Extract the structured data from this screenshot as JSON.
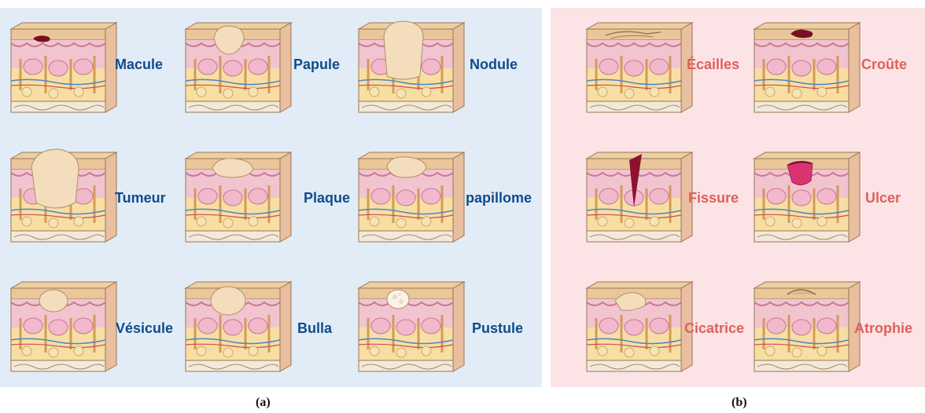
{
  "panel_a": {
    "caption": "(a)",
    "label_color": "#0f4c8a",
    "items": [
      {
        "label": "Macule",
        "lesion": "flat-dark-spot"
      },
      {
        "label": "Papule",
        "lesion": "small-raised-bump"
      },
      {
        "label": "Nodule",
        "lesion": "deep-raised-mass"
      },
      {
        "label": "Tumeur",
        "lesion": "large-deep-mass"
      },
      {
        "label": "Plaque",
        "lesion": "broad-flat-elevation"
      },
      {
        "label": "papillome",
        "lesion": "broad-elevation"
      },
      {
        "label": "Vésicule",
        "lesion": "small-fluid-blister"
      },
      {
        "label": "Bulla",
        "lesion": "large-fluid-blister"
      },
      {
        "label": "Pustule",
        "lesion": "pus-filled-blister"
      }
    ]
  },
  "panel_b": {
    "caption": "(b)",
    "label_color": "#e0605a",
    "items": [
      {
        "label": "Écailles",
        "lesion": "scales"
      },
      {
        "label": "Croûte",
        "lesion": "crust"
      },
      {
        "label": "Fissure",
        "lesion": "crack"
      },
      {
        "label": "Ulcer",
        "lesion": "ulcer-crater"
      },
      {
        "label": "Cicatrice",
        "lesion": "scar"
      },
      {
        "label": "Atrophie",
        "lesion": "atrophy-depression"
      }
    ]
  },
  "colors": {
    "panel_a_background": "#e2ecf7",
    "panel_b_background": "#fbe3e6",
    "skin_surface": "#e9c79a",
    "dermis": "#f1c4d0",
    "fat": "#f7dfa4",
    "lesion_fill": "#f3ddbd",
    "dark_lesion": "#7a0f22",
    "ulcer": "#d93470"
  }
}
